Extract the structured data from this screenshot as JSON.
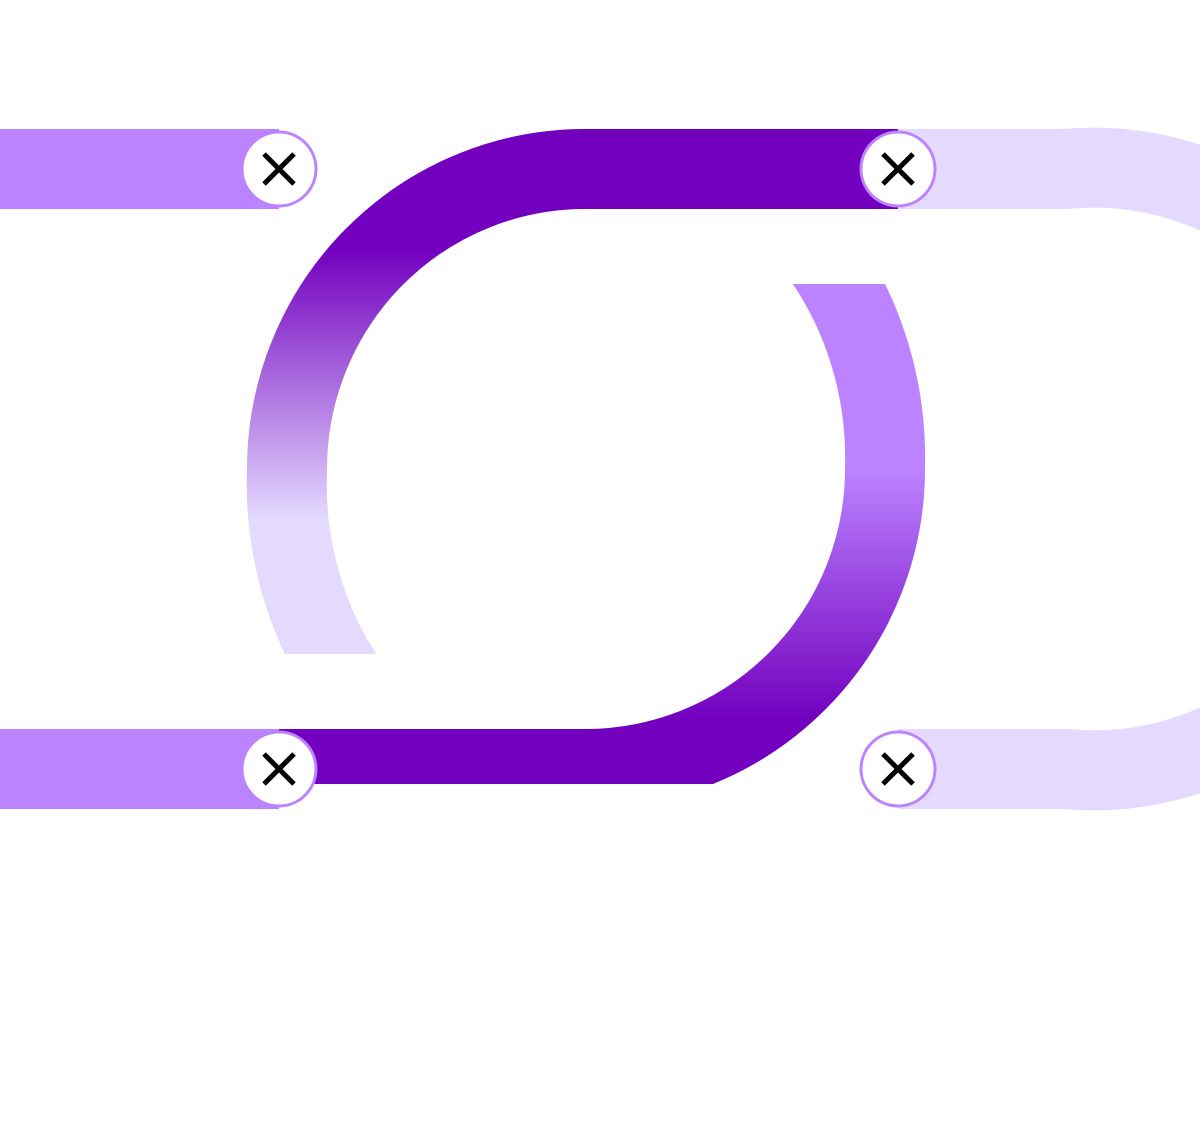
{
  "colors": {
    "background": "#ffffff",
    "dark_purple": "#7200BE",
    "medium_purple": "#BB83FF",
    "light_purple": "#E4DAFF",
    "close_glyph": "#000000"
  },
  "icons": {
    "break_marker": "close-icon"
  },
  "markers": [
    {
      "name": "break-marker-top-left",
      "glyph": "✕"
    },
    {
      "name": "break-marker-top-right",
      "glyph": "✕"
    },
    {
      "name": "break-marker-bottom-left",
      "glyph": "✕"
    },
    {
      "name": "break-marker-bottom-right",
      "glyph": "✕"
    }
  ]
}
